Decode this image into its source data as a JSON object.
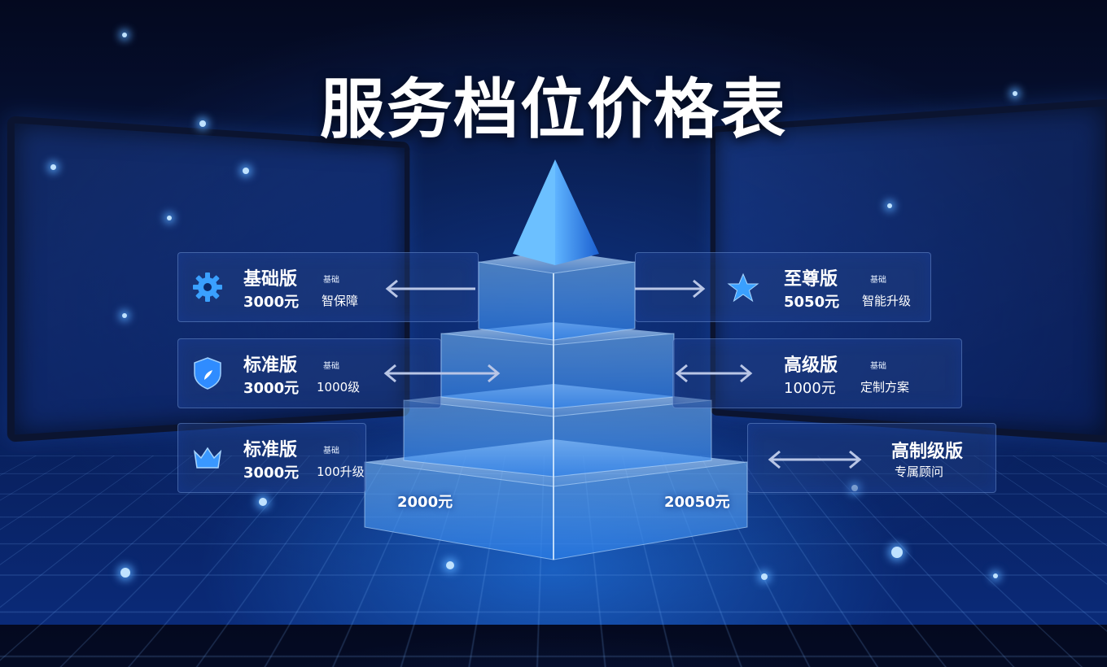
{
  "title": "服务档位价格表",
  "colors": {
    "accent": "#2e8cff",
    "background": "#071745",
    "text": "#ffffff"
  },
  "left_cards": [
    {
      "icon": "gear-icon",
      "name": "基础版",
      "price": "3000元",
      "tag": "基础",
      "desc": "智保障"
    },
    {
      "icon": "shield-icon",
      "name": "标准版",
      "price": "3000元",
      "tag": "基础",
      "desc": "1000级"
    },
    {
      "icon": "crown-icon",
      "name": "标准版",
      "price": "3000元",
      "tag": "基础",
      "desc": "100升级"
    }
  ],
  "right_cards": [
    {
      "icon": "star-icon",
      "name": "至尊版",
      "price": "5050元",
      "tag": "基础",
      "desc": "智能升级"
    },
    {
      "name": "高级版",
      "price": "1000元",
      "tag": "基础",
      "desc": "定制方案"
    },
    {
      "name": "高制级版",
      "desc": "专属顾问"
    }
  ],
  "pyramid": {
    "base_left_price": "2000元",
    "base_right_price": "20050元"
  }
}
